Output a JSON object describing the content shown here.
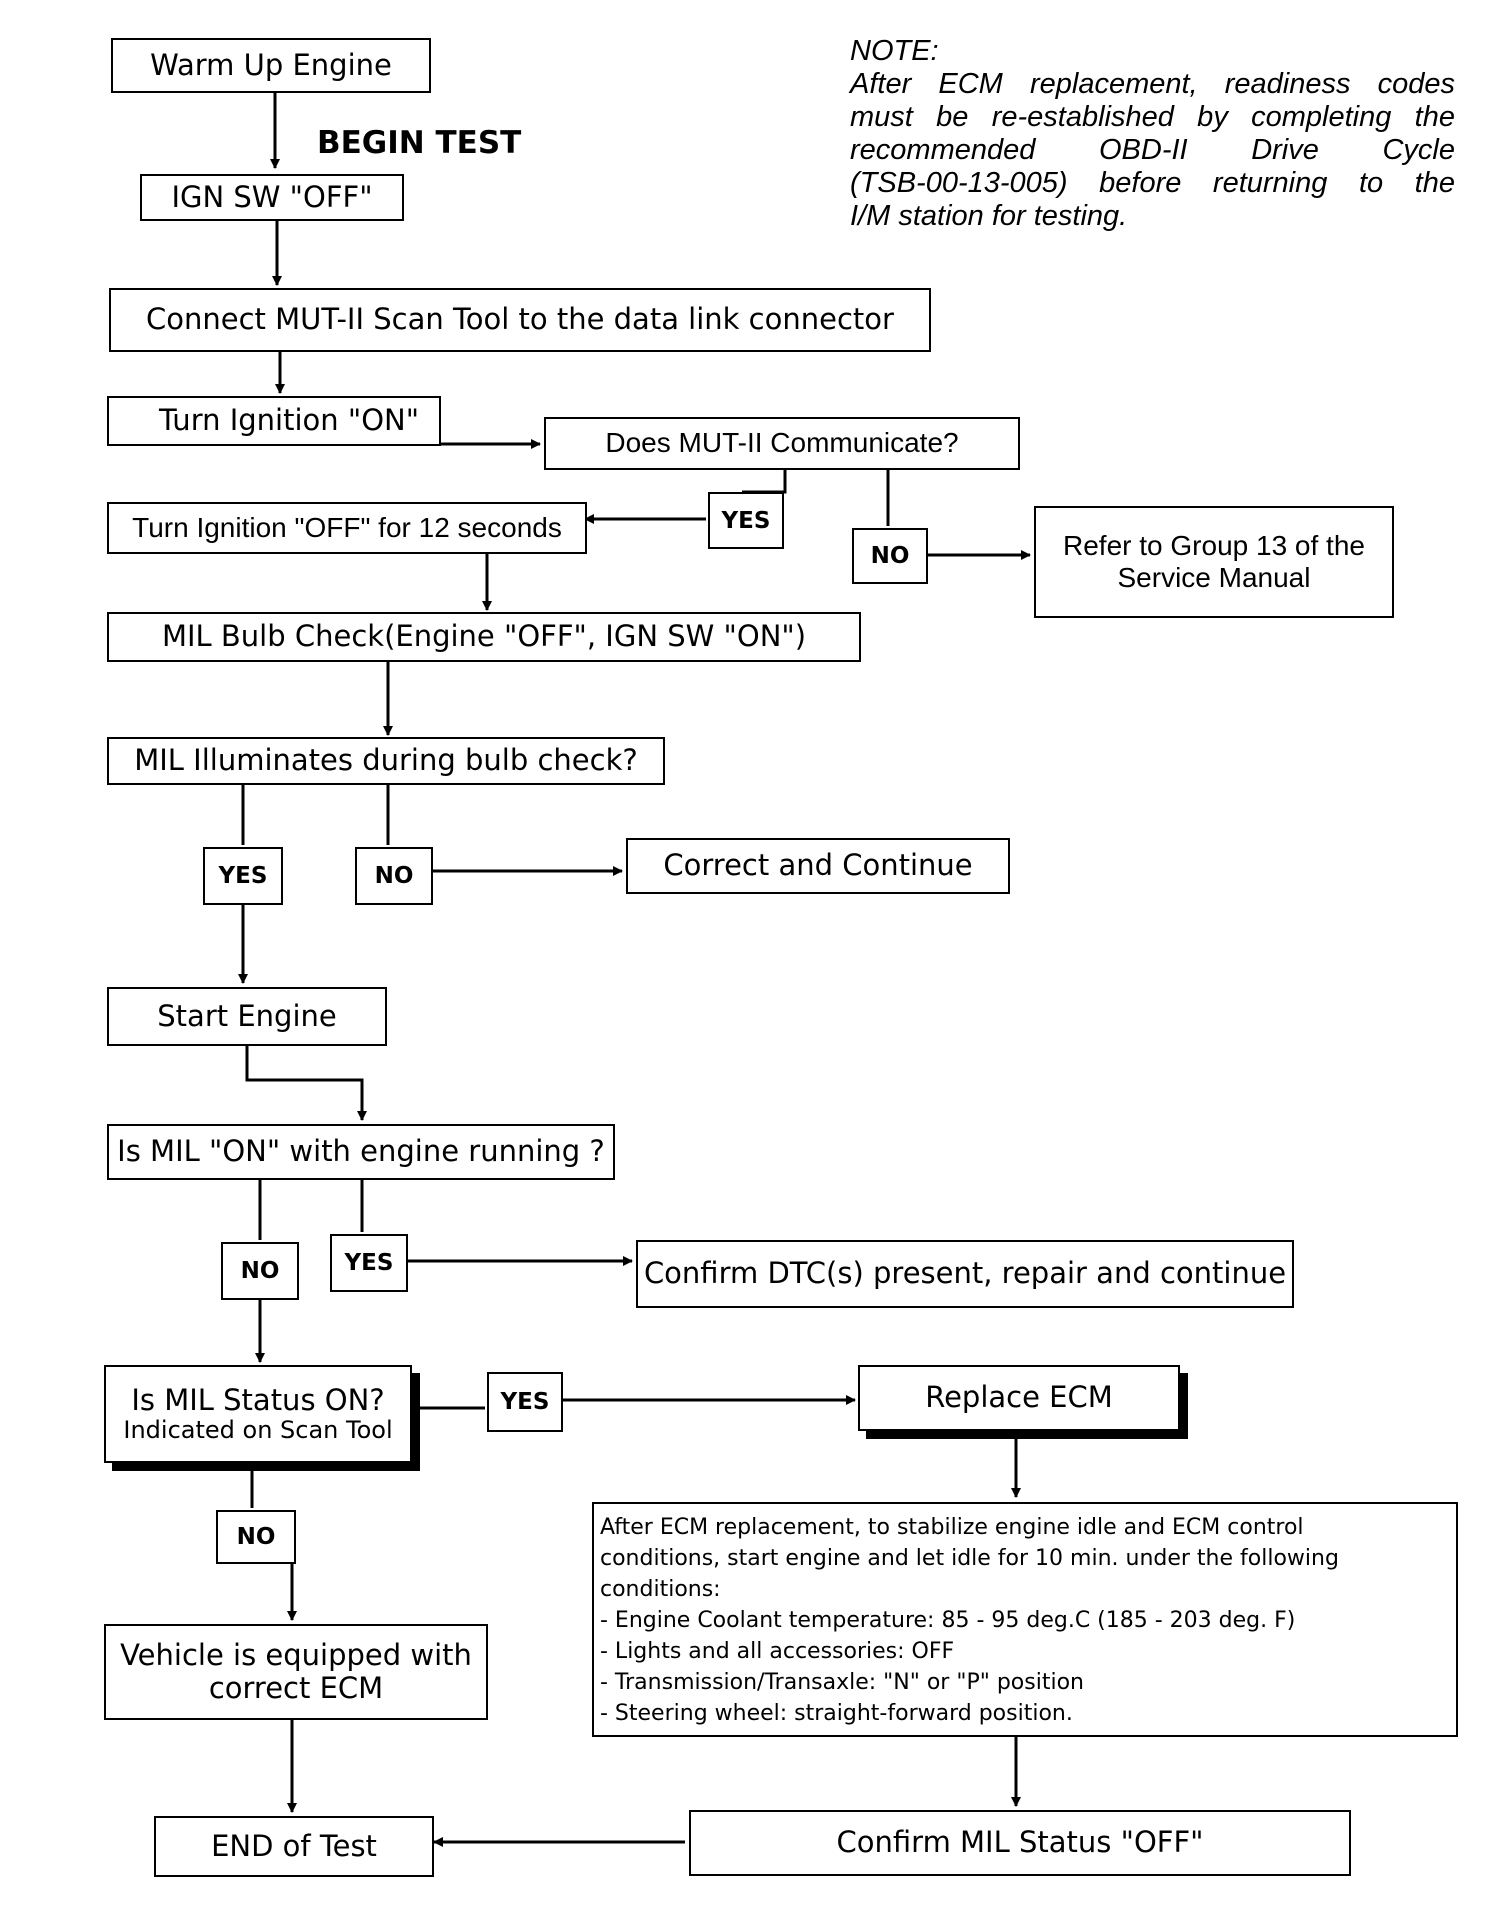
{
  "begin_test": "BEGIN TEST",
  "note": {
    "heading": "NOTE:",
    "lines": [
      "After ECM replacement, readiness codes",
      "must be re-established by completing the",
      "recommended OBD-II Drive Cycle",
      "(TSB-00-13-005) before returning to the",
      "I/M station for testing."
    ]
  },
  "steps": {
    "warm_up": "Warm Up Engine",
    "ign_off": "IGN SW \"OFF\"",
    "connect": "Connect MUT-II Scan Tool to the data link connector",
    "turn_on": "Turn Ignition \"ON\"",
    "communicate": "Does MUT-II Communicate?",
    "turn_off_12": "Turn Ignition \"OFF\" for 12 seconds",
    "refer_line1": "Refer to Group 13 of the",
    "refer_line2": "Service Manual",
    "bulb_check": "MIL Bulb Check(Engine \"OFF\", IGN SW \"ON\")",
    "mil_illuminates": "MIL Illuminates during bulb check?",
    "correct_continue": "Correct and Continue",
    "start_engine": "Start Engine",
    "mil_on_running": "Is MIL \"ON\" with engine running ?",
    "confirm_dtc": "Confirm DTC(s) present,  repair and continue",
    "mil_status_line1": "Is MIL Status ON?",
    "mil_status_line2": "Indicated on Scan Tool",
    "replace_ecm": "Replace ECM",
    "equipped_line1": "Vehicle is equipped with",
    "equipped_line2": "correct ECM",
    "confirm_off": "Confirm MIL Status \"OFF\"",
    "end_test": "END of Test"
  },
  "after_replacement": [
    "After ECM replacement, to stabilize engine idle and ECM control",
    "conditions, start engine and let idle for 10 min. under the following",
    "conditions:",
    "- Engine Coolant temperature: 85 - 95 deg.C (185 - 203 deg. F)",
    "- Lights and all accessories: OFF",
    "- Transmission/Transaxle: \"N\" or \"P\" position",
    "- Steering wheel: straight-forward position."
  ],
  "labels": {
    "yes": "YES",
    "no": "NO"
  }
}
